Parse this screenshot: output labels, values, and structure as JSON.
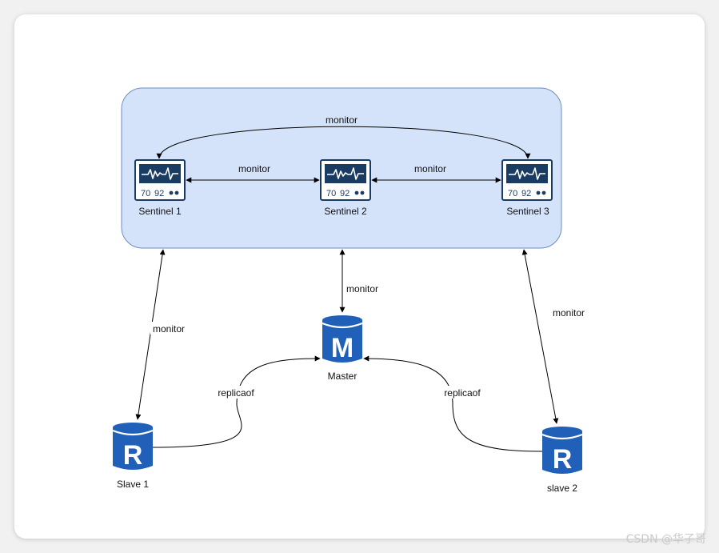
{
  "nodes": {
    "sentinel1": {
      "label": "Sentinel 1",
      "reading_a": "70",
      "reading_b": "92"
    },
    "sentinel2": {
      "label": "Sentinel 2",
      "reading_a": "70",
      "reading_b": "92"
    },
    "sentinel3": {
      "label": "Sentinel 3",
      "reading_a": "70",
      "reading_b": "92"
    },
    "master": {
      "label": "Master",
      "letter": "M"
    },
    "slave1": {
      "label": "Slave 1",
      "letter": "R"
    },
    "slave2": {
      "label": "slave 2",
      "letter": "R"
    }
  },
  "edges": {
    "s1_s3": "monitor",
    "s1_s2": "monitor",
    "s2_s3": "monitor",
    "s2_master": "monitor",
    "s1_slave1": "monitor",
    "s3_slave2": "monitor",
    "slave1_master": "replicaof",
    "slave2_master": "replicaof"
  },
  "watermark": "CSDN @华子哥",
  "colors": {
    "group_fill": "#d5e3fa",
    "group_stroke": "#6c8ebf",
    "db_blue": "#2160b8",
    "monitor_dark": "#1b3c62",
    "line": "#000000"
  },
  "icons": {
    "sentinel": "monitor-heartbeat-icon",
    "database": "database-cylinder-icon"
  }
}
